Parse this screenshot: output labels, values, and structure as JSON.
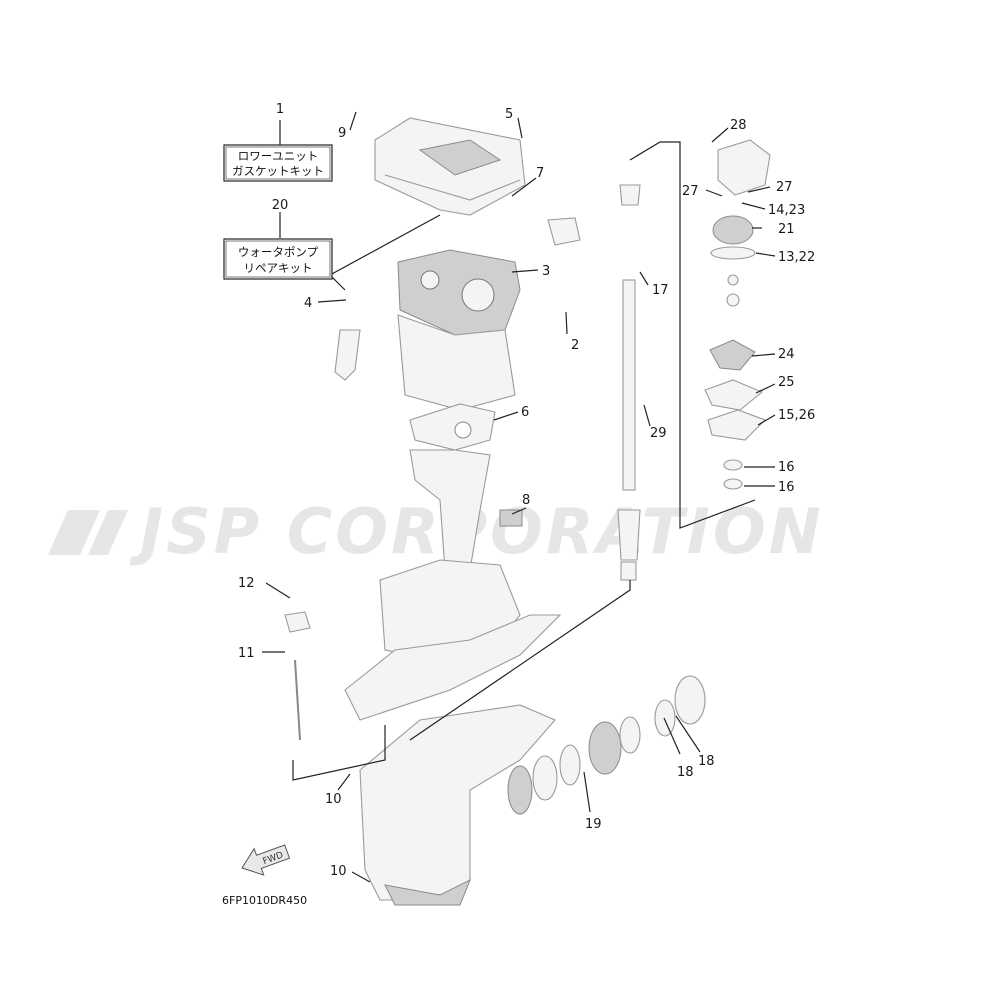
{
  "watermark": "JSP CORPORATION",
  "drawing_code": "6FP1010DR450",
  "fwd_label": "FWD",
  "kits": [
    {
      "number": "1",
      "line1": "ロワーユニット",
      "line2": "ガスケットキット"
    },
    {
      "number": "20",
      "line1": "ウォータポンプ",
      "line2": "リペアキット"
    }
  ],
  "callouts": {
    "c2": "2",
    "c3": "3",
    "c4": "4",
    "c5": "5",
    "c6": "6",
    "c7": "7",
    "c8": "8",
    "c9": "9",
    "c10a": "10",
    "c10b": "10",
    "c11": "11",
    "c12": "12",
    "c13_22": "13,22",
    "c14_23": "14,23",
    "c15_26": "15,26",
    "c16a": "16",
    "c16b": "16",
    "c17": "17",
    "c18a": "18",
    "c18b": "18",
    "c19": "19",
    "c21": "21",
    "c24": "24",
    "c25": "25",
    "c27a": "27",
    "c27b": "27",
    "c28": "28",
    "c29": "29"
  }
}
